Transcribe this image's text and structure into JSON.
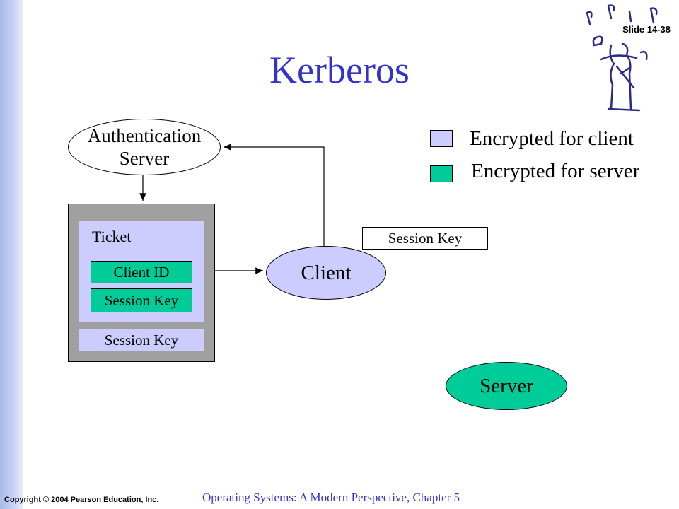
{
  "slide": {
    "number": "Slide 14-38",
    "title": "Kerberos"
  },
  "diagram": {
    "auth_server": {
      "line1": "Authentication",
      "line2": "Server"
    },
    "ticket_label": "Ticket",
    "client_id": "Client ID",
    "ticket_session_key": "Session Key",
    "outer_session_key": "Session Key",
    "client": "Client",
    "client_session_key": "Session Key",
    "server": "Server"
  },
  "legend": {
    "client_text": "Encrypted for client",
    "server_text": "Encrypted for server",
    "client_color": "#ccccff",
    "server_color": "#00cc99"
  },
  "footer": {
    "copyright": "Copyright © 2004 Pearson Education, Inc.",
    "course": "Operating Systems: A Modern Perspective, Chapter 5"
  },
  "colors": {
    "title": "#3333cc",
    "package_gray": "#a0a0a0"
  }
}
